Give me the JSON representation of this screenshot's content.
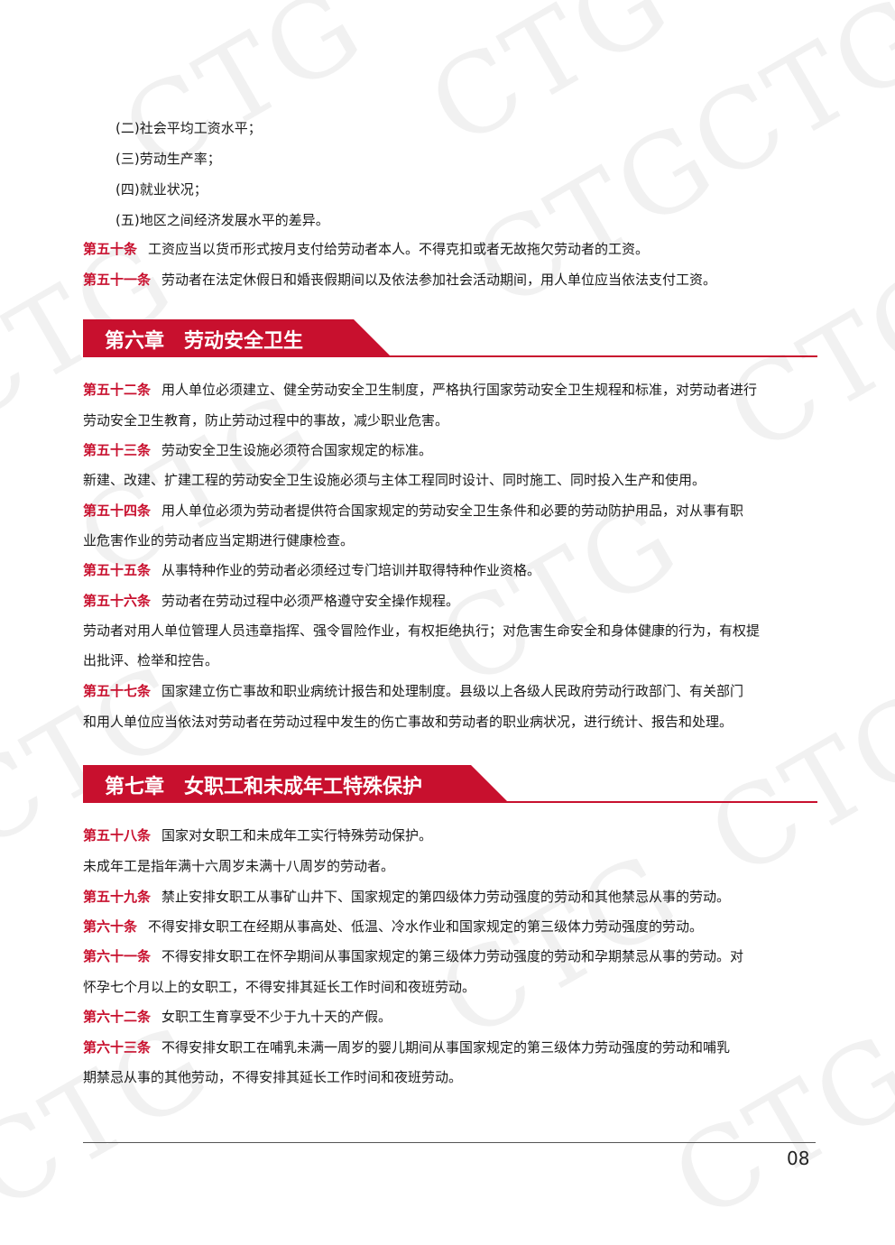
{
  "items": {
    "i2": "(二)社会平均工资水平；",
    "i3": "(三)劳动生产率；",
    "i4": "(四)就业状况；",
    "i5": "(五)地区之间经济发展水平的差异。"
  },
  "articles": {
    "a50": {
      "label": "第五十条",
      "text": "工资应当以货币形式按月支付给劳动者本人。不得克扣或者无故拖欠劳动者的工资。"
    },
    "a51": {
      "label": "第五十一条",
      "text": "劳动者在法定休假日和婚丧假期间以及依法参加社会活动期间，用人单位应当依法支付工资。"
    },
    "a52": {
      "label": "第五十二条",
      "text": "用人单位必须建立、健全劳动安全卫生制度，严格执行国家劳动安全卫生规程和标准，对劳动者进行",
      "cont": "劳动安全卫生教育，防止劳动过程中的事故，减少职业危害。"
    },
    "a53": {
      "label": "第五十三条",
      "text": "劳动安全卫生设施必须符合国家规定的标准。",
      "p2": "新建、改建、扩建工程的劳动安全卫生设施必须与主体工程同时设计、同时施工、同时投入生产和使用。"
    },
    "a54": {
      "label": "第五十四条",
      "text": "用人单位必须为劳动者提供符合国家规定的劳动安全卫生条件和必要的劳动防护用品，对从事有职",
      "cont": "业危害作业的劳动者应当定期进行健康检查。"
    },
    "a55": {
      "label": "第五十五条",
      "text": "从事特种作业的劳动者必须经过专门培训并取得特种作业资格。"
    },
    "a56": {
      "label": "第五十六条",
      "text": "劳动者在劳动过程中必须严格遵守安全操作规程。",
      "p2": "劳动者对用人单位管理人员违章指挥、强令冒险作业，有权拒绝执行；对危害生命安全和身体健康的行为，有权提",
      "p2cont": "出批评、检举和控告。"
    },
    "a57": {
      "label": "第五十七条",
      "text": "国家建立伤亡事故和职业病统计报告和处理制度。县级以上各级人民政府劳动行政部门、有关部门",
      "cont": "和用人单位应当依法对劳动者在劳动过程中发生的伤亡事故和劳动者的职业病状况，进行统计、报告和处理。"
    },
    "a58": {
      "label": "第五十八条",
      "text": "国家对女职工和未成年工实行特殊劳动保护。",
      "p2": "未成年工是指年满十六周岁未满十八周岁的劳动者。"
    },
    "a59": {
      "label": "第五十九条",
      "text": "禁止安排女职工从事矿山井下、国家规定的第四级体力劳动强度的劳动和其他禁忌从事的劳动。"
    },
    "a60": {
      "label": "第六十条",
      "text": "不得安排女职工在经期从事高处、低温、冷水作业和国家规定的第三级体力劳动强度的劳动。"
    },
    "a61": {
      "label": "第六十一条",
      "text": "不得安排女职工在怀孕期间从事国家规定的第三级体力劳动强度的劳动和孕期禁忌从事的劳动。对",
      "cont": "怀孕七个月以上的女职工，不得安排其延长工作时间和夜班劳动。"
    },
    "a62": {
      "label": "第六十二条",
      "text": "女职工生育享受不少于九十天的产假。"
    },
    "a63": {
      "label": "第六十三条",
      "text": "不得安排女职工在哺乳未满一周岁的婴儿期间从事国家规定的第三级体力劳动强度的劳动和哺乳",
      "cont": "期禁忌从事的其他劳动，不得安排其延长工作时间和夜班劳动。"
    }
  },
  "chapters": {
    "ch6": "第六章　劳动安全卫生",
    "ch7": "第七章　女职工和未成年工特殊保护"
  },
  "watermark": "CTG",
  "page_number": "08",
  "colors": {
    "accent": "#c8102e"
  }
}
